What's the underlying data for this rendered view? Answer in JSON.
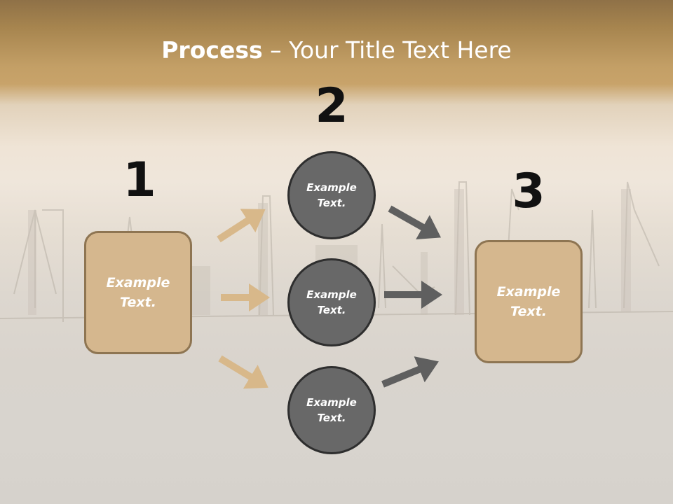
{
  "title": {
    "bold": "Process",
    "rest": " – Your Title Text Here"
  },
  "steps": [
    {
      "number": "1",
      "box_text": "Example\nText."
    },
    {
      "number": "2",
      "circles": [
        "Example\nText.",
        "Example\nText.",
        "Example\nText."
      ]
    },
    {
      "number": "3",
      "box_text": "Example\nText."
    }
  ],
  "colors": {
    "box_fill": "#d5b78e",
    "box_border": "#8e7552",
    "circle_fill": "#686868",
    "circle_border": "#2e2e2e",
    "arrow_tan": "#d8b88a",
    "arrow_gray": "#5f5f5f"
  }
}
